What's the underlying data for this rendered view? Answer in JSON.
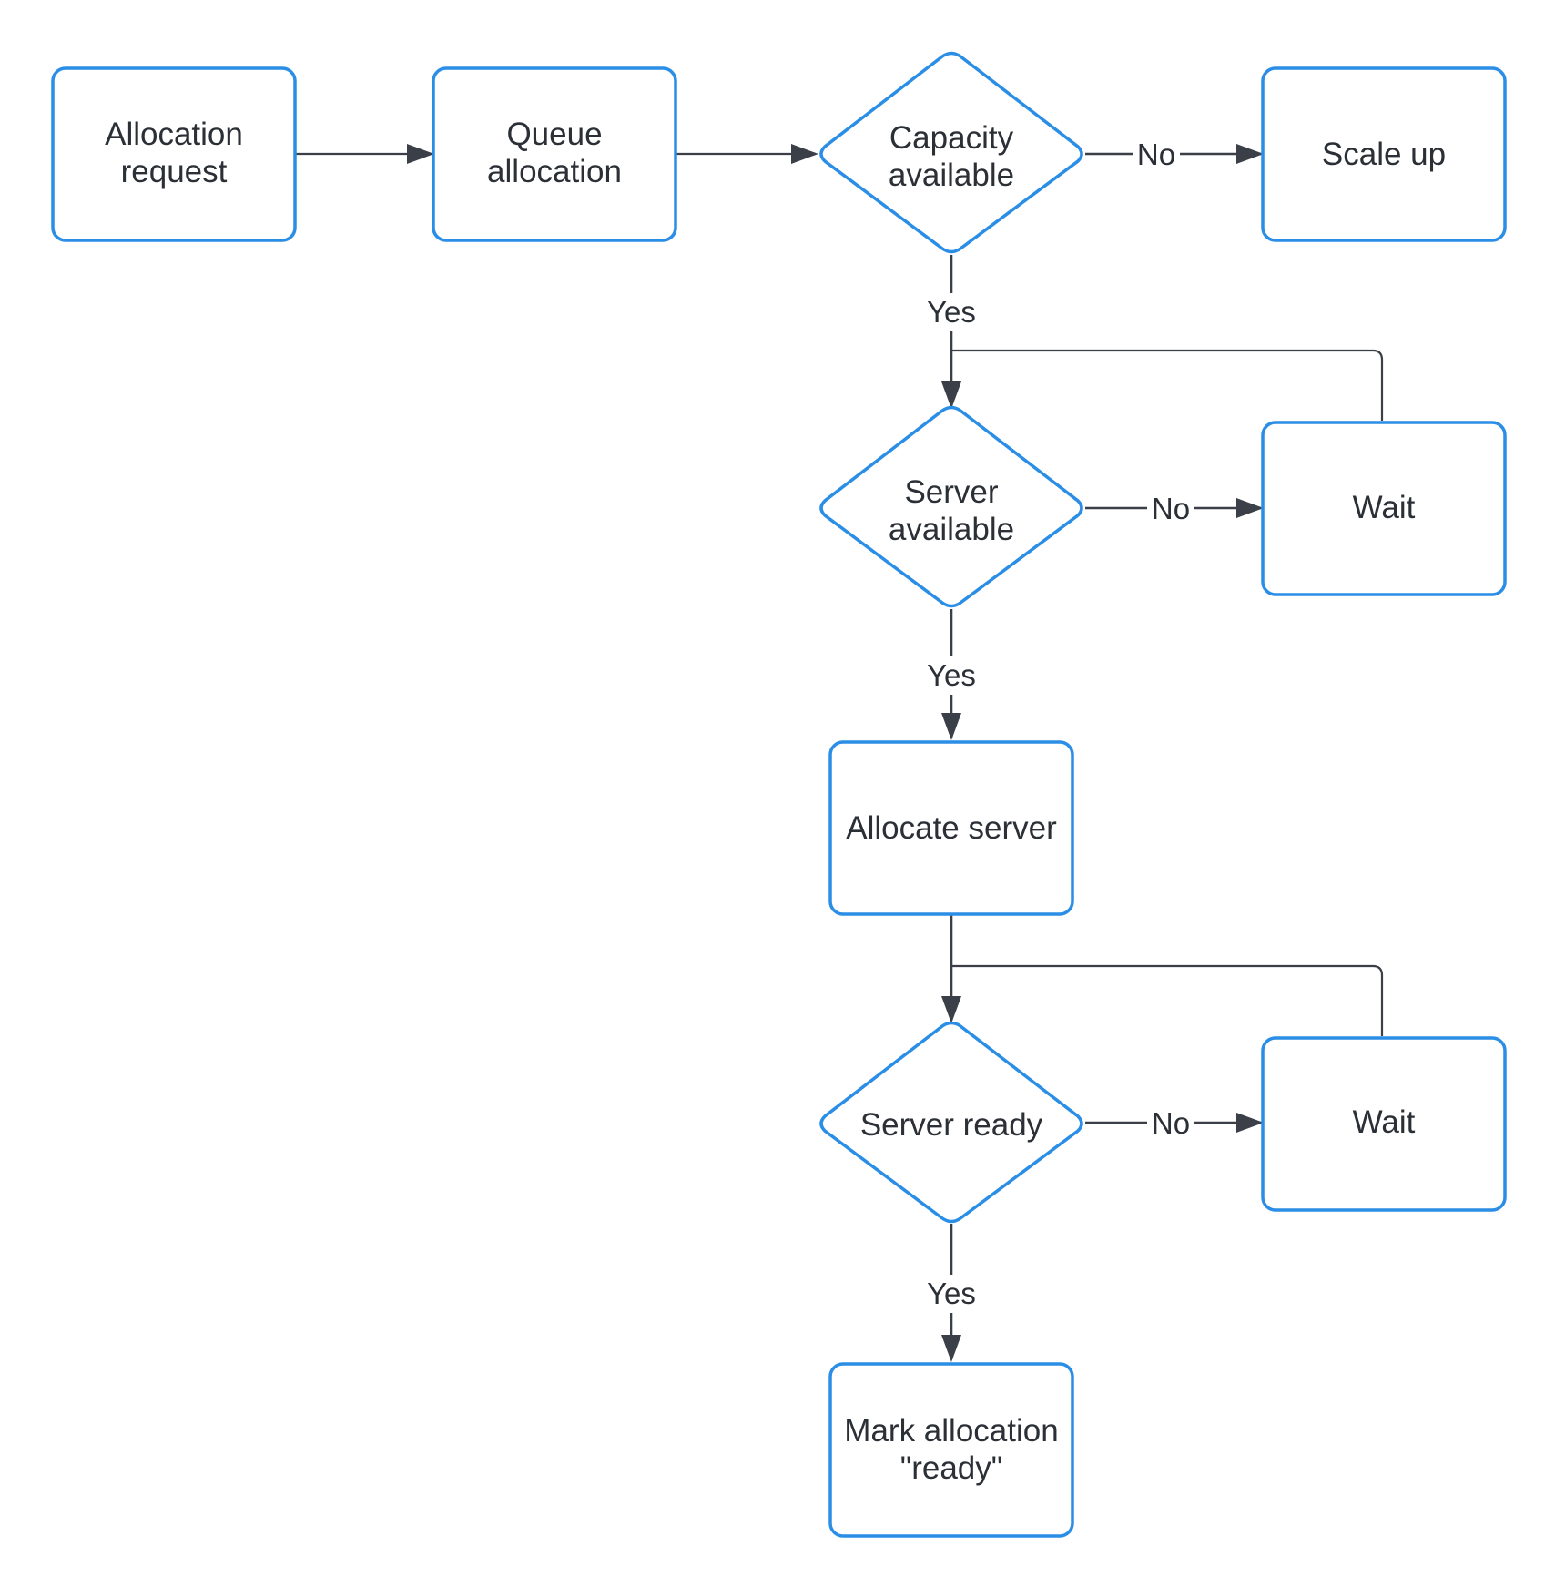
{
  "colors": {
    "node_border": "#2b8ee6",
    "edge": "#3a3f48",
    "text": "#2b2f36",
    "background": "#ffffff"
  },
  "nodes": {
    "allocation_request": {
      "shape": "rectangle",
      "lines": [
        "Allocation",
        "request"
      ]
    },
    "queue_allocation": {
      "shape": "rectangle",
      "lines": [
        "Queue",
        "allocation"
      ]
    },
    "capacity_available": {
      "shape": "diamond",
      "lines": [
        "Capacity",
        "available"
      ]
    },
    "scale_up": {
      "shape": "rectangle",
      "lines": [
        "Scale up"
      ]
    },
    "server_available": {
      "shape": "diamond",
      "lines": [
        "Server",
        "available"
      ]
    },
    "wait_1": {
      "shape": "rectangle",
      "lines": [
        "Wait"
      ]
    },
    "allocate_server": {
      "shape": "rectangle",
      "lines": [
        "Allocate server"
      ]
    },
    "server_ready": {
      "shape": "diamond",
      "lines": [
        "Server ready"
      ]
    },
    "wait_2": {
      "shape": "rectangle",
      "lines": [
        "Wait"
      ]
    },
    "mark_ready": {
      "shape": "rectangle",
      "lines": [
        "Mark allocation",
        "\"ready\""
      ]
    }
  },
  "edges": [
    {
      "from": "allocation_request",
      "to": "queue_allocation",
      "label": ""
    },
    {
      "from": "queue_allocation",
      "to": "capacity_available",
      "label": ""
    },
    {
      "from": "capacity_available",
      "to": "scale_up",
      "label": "No"
    },
    {
      "from": "capacity_available",
      "to": "server_available",
      "label": "Yes"
    },
    {
      "from": "server_available",
      "to": "wait_1",
      "label": "No"
    },
    {
      "from": "wait_1",
      "to": "server_available",
      "label": ""
    },
    {
      "from": "server_available",
      "to": "allocate_server",
      "label": "Yes"
    },
    {
      "from": "allocate_server",
      "to": "server_ready",
      "label": ""
    },
    {
      "from": "server_ready",
      "to": "wait_2",
      "label": "No"
    },
    {
      "from": "wait_2",
      "to": "server_ready",
      "label": ""
    },
    {
      "from": "server_ready",
      "to": "mark_ready",
      "label": "Yes"
    }
  ]
}
